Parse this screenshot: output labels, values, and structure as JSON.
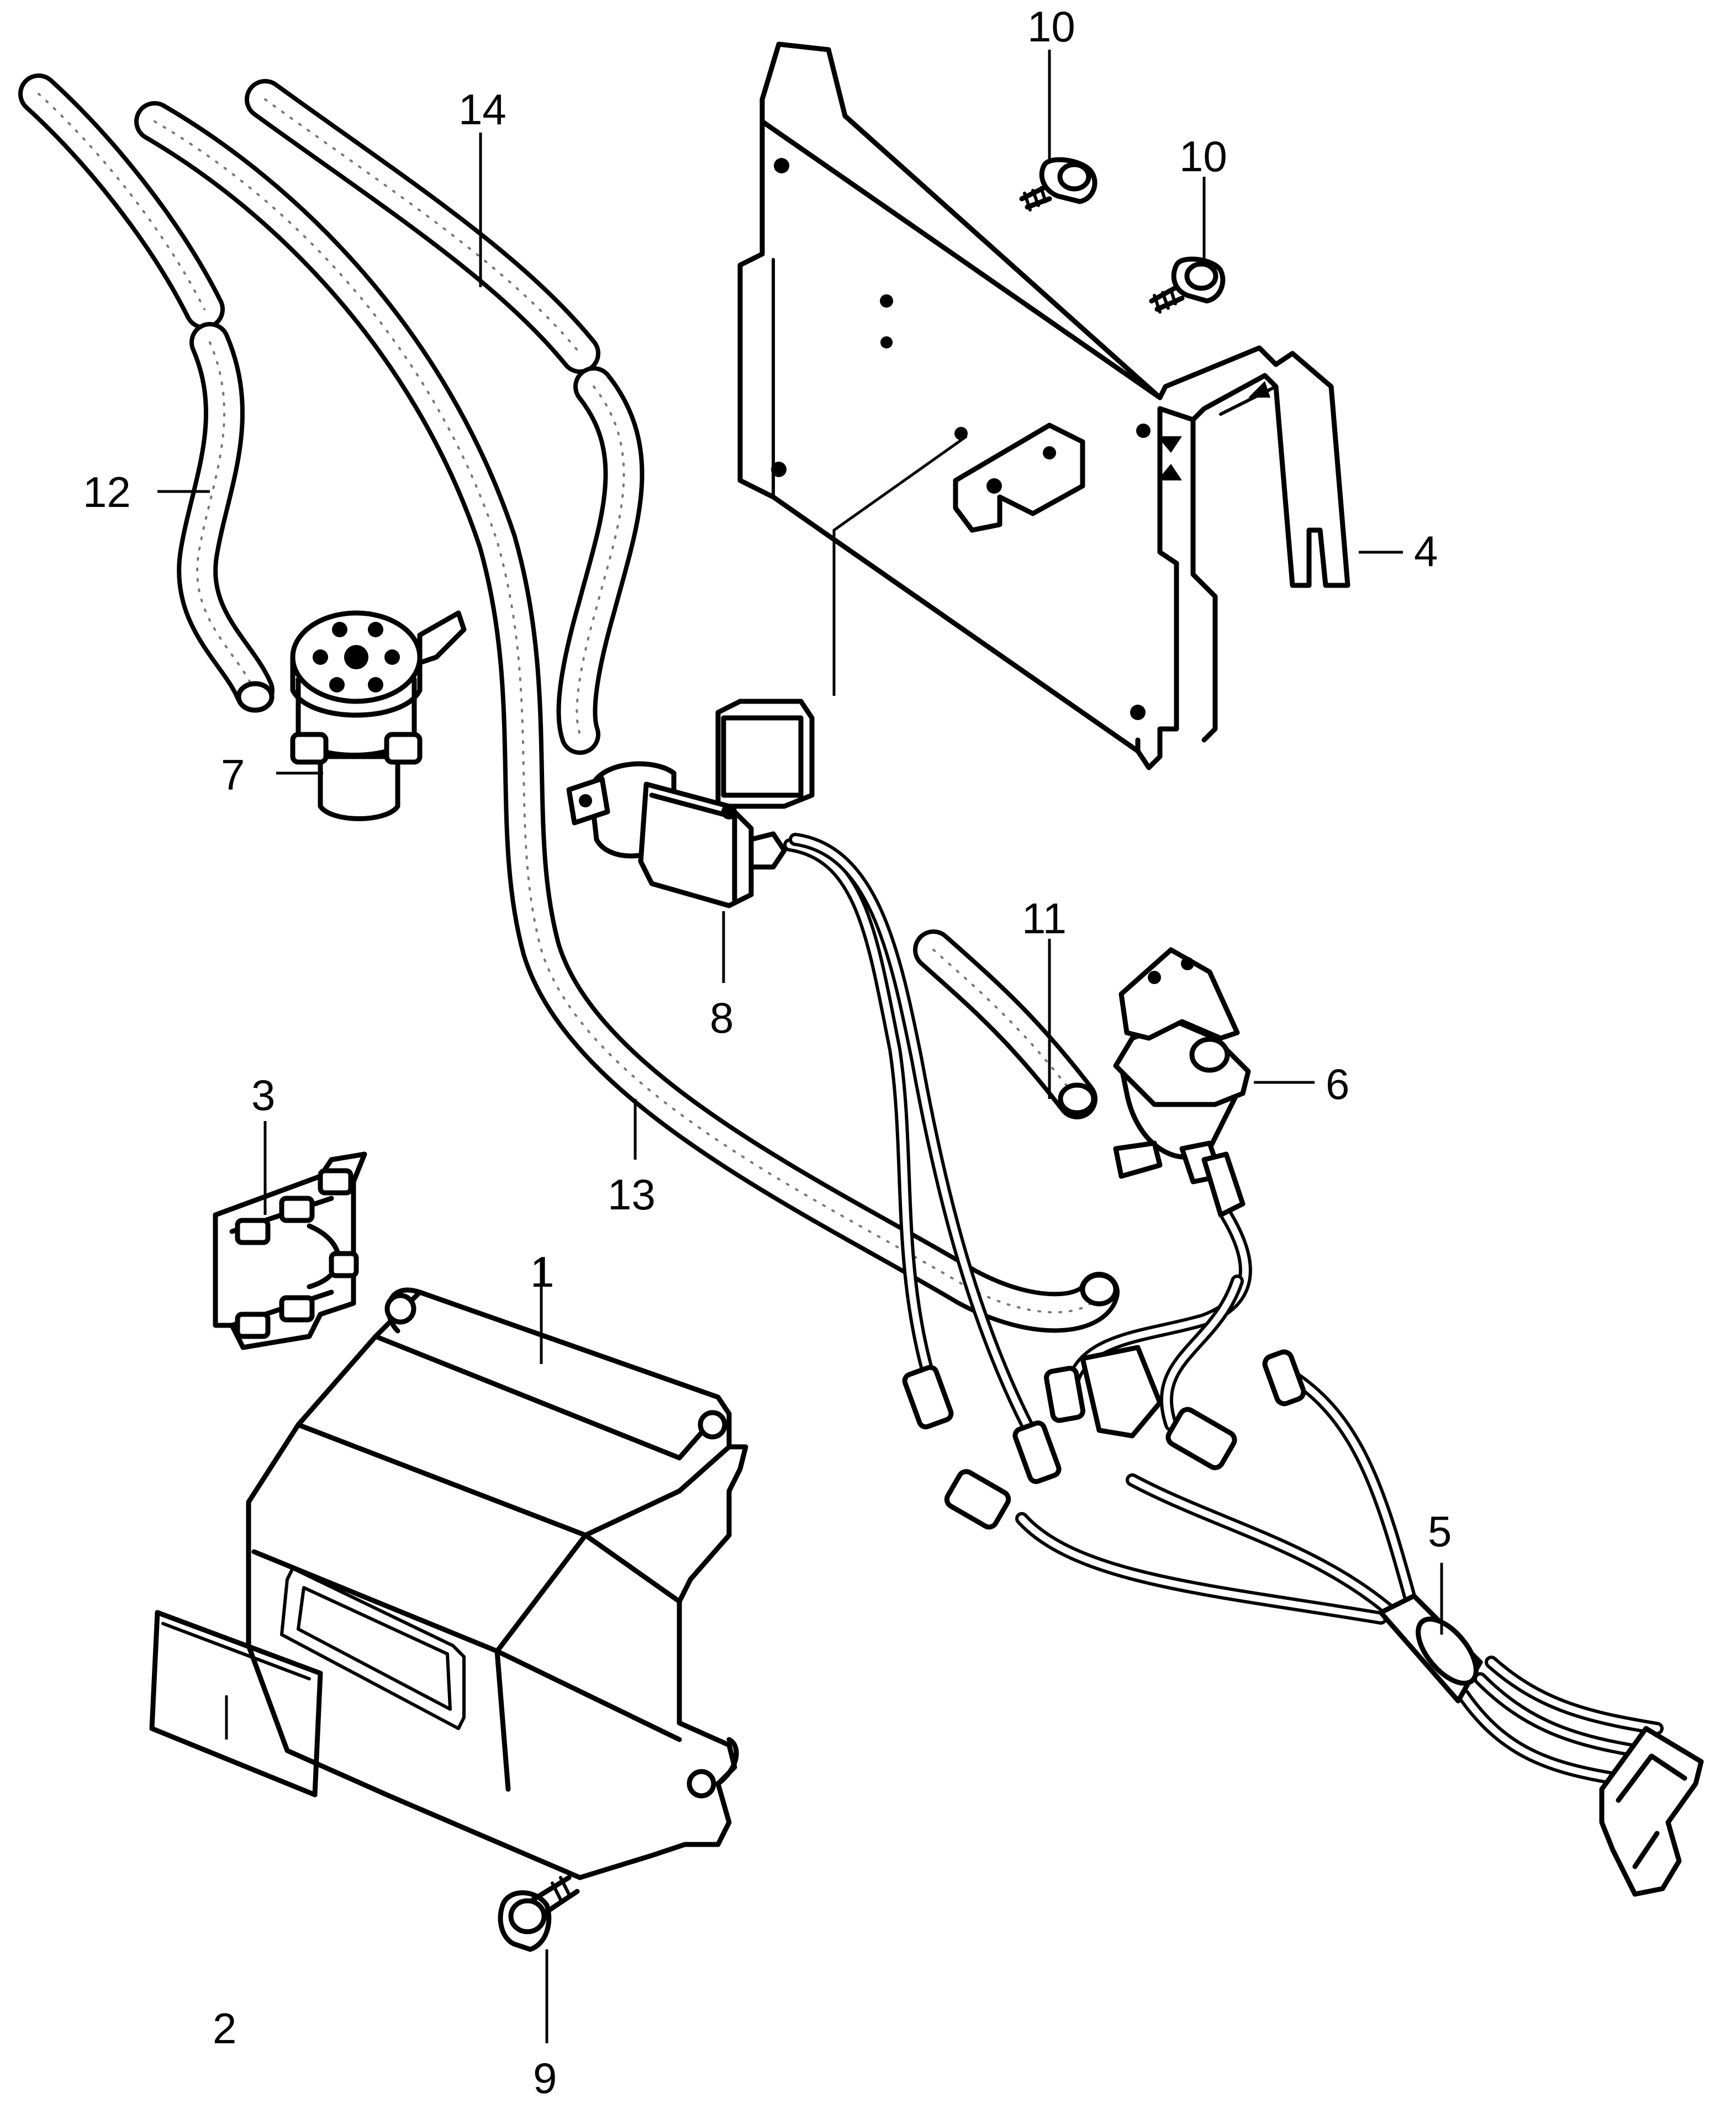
{
  "callouts": [
    {
      "key": "p1",
      "text": "1"
    },
    {
      "key": "p2",
      "text": "2"
    },
    {
      "key": "p3",
      "text": "3"
    },
    {
      "key": "p4",
      "text": "4"
    },
    {
      "key": "p5",
      "text": "5"
    },
    {
      "key": "p6",
      "text": "6"
    },
    {
      "key": "p7",
      "text": "7"
    },
    {
      "key": "p8",
      "text": "8"
    },
    {
      "key": "p9",
      "text": "9"
    },
    {
      "key": "p10a",
      "text": "10"
    },
    {
      "key": "p10b",
      "text": "10"
    },
    {
      "key": "p11",
      "text": "11"
    },
    {
      "key": "p12",
      "text": "12"
    },
    {
      "key": "p13",
      "text": "13"
    },
    {
      "key": "p14",
      "text": "14"
    }
  ]
}
